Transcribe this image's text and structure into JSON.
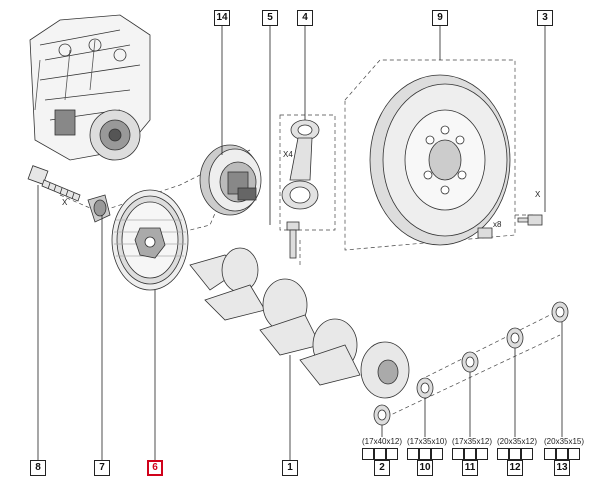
{
  "callouts": {
    "c1": "1",
    "c2": "2",
    "c3": "3",
    "c4": "4",
    "c5": "5",
    "c6": "6",
    "c7": "7",
    "c8": "8",
    "c9": "9",
    "c10": "10",
    "c11": "11",
    "c12": "12",
    "c13": "13",
    "c14": "14"
  },
  "bearing_specs": {
    "s2": "(17x40x12)",
    "s10": "(17x35x10)",
    "s11": "(17x35x12)",
    "s12": "(20x35x12)",
    "s13": "(20x35x15)"
  },
  "annotations": {
    "x4": "X4",
    "x_a": "X",
    "x_b": "X",
    "x8": "x8"
  },
  "colors": {
    "line": "#222222",
    "highlight": "#d0021b"
  }
}
